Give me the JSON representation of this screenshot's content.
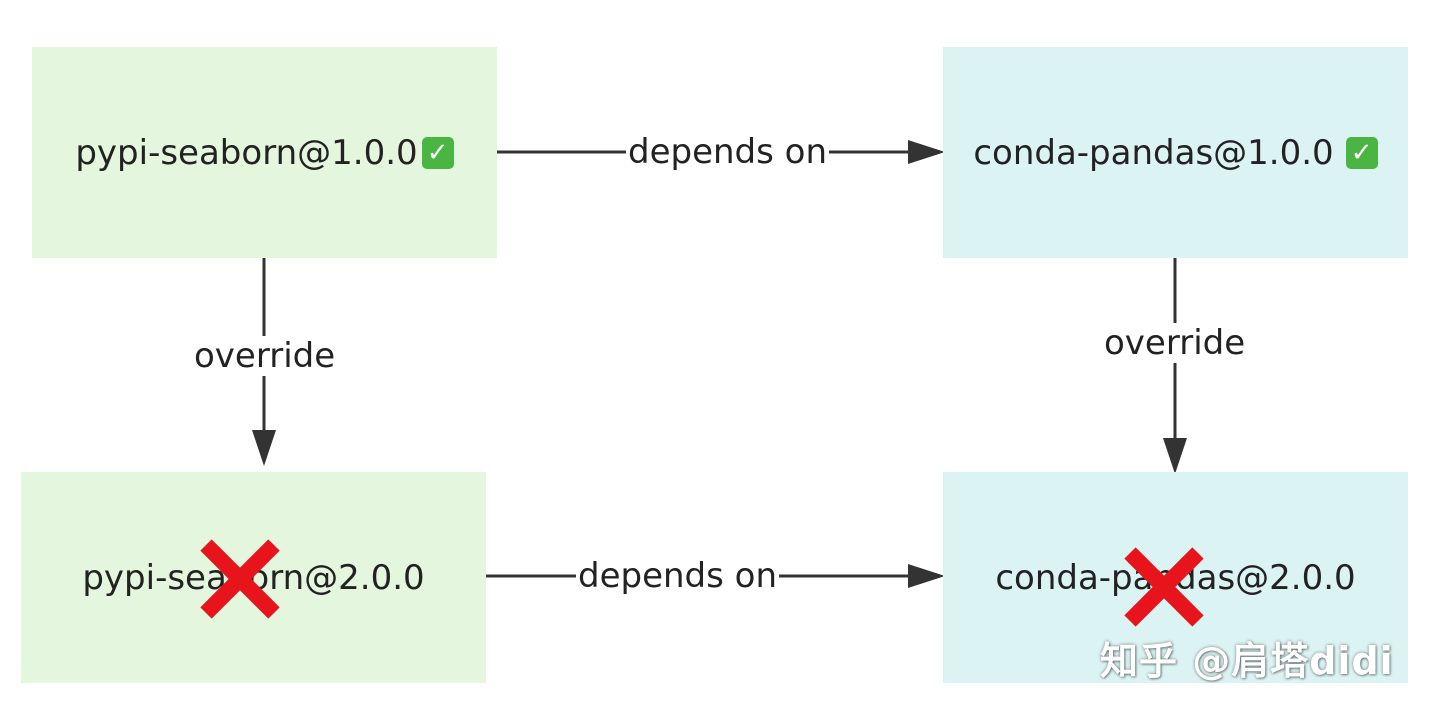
{
  "nodes": {
    "top_left": {
      "label": "pypi-seaborn@1.0.0",
      "status": "ok"
    },
    "top_right": {
      "label": "conda-pandas@1.0.0",
      "status": "ok"
    },
    "bottom_left": {
      "label": "pypi-seaborn@2.0.0",
      "status": "rejected"
    },
    "bottom_right": {
      "label": "conda-pandas@2.0.0",
      "status": "rejected"
    }
  },
  "edges": {
    "top_depends": "depends on",
    "bottom_depends": "depends on",
    "left_override": "override",
    "right_override": "override"
  },
  "icons": {
    "ok": "check-mark-icon",
    "rejected": "cross-mark-icon"
  },
  "colors": {
    "pypi_node": "#e4f6de",
    "conda_node": "#dbf3f3",
    "check_mark": "#4bb543",
    "cross_mark": "#e8141b",
    "edge": "#333333"
  },
  "watermark": "知乎 @肩塔didi"
}
